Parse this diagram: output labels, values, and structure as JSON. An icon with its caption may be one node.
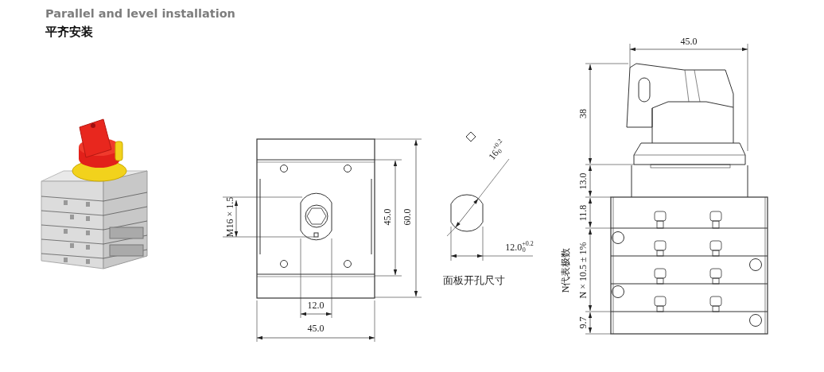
{
  "diagram": {
    "title": "Parallel and level installation",
    "labels": [
      "平齐安装",
      "M16 × 1.5",
      "45.0",
      "60.0",
      "12.0",
      "45.0",
      "16$^{+0.2}$$_{0}$",
      "12.0$^{+0.2}$$_{0}$",
      "面板开孔尺寸",
      "45.0",
      "38",
      "13.0",
      "11.8",
      "N代表极数",
      "N × 10.5 ± 1%",
      "9.7"
    ]
  }
}
